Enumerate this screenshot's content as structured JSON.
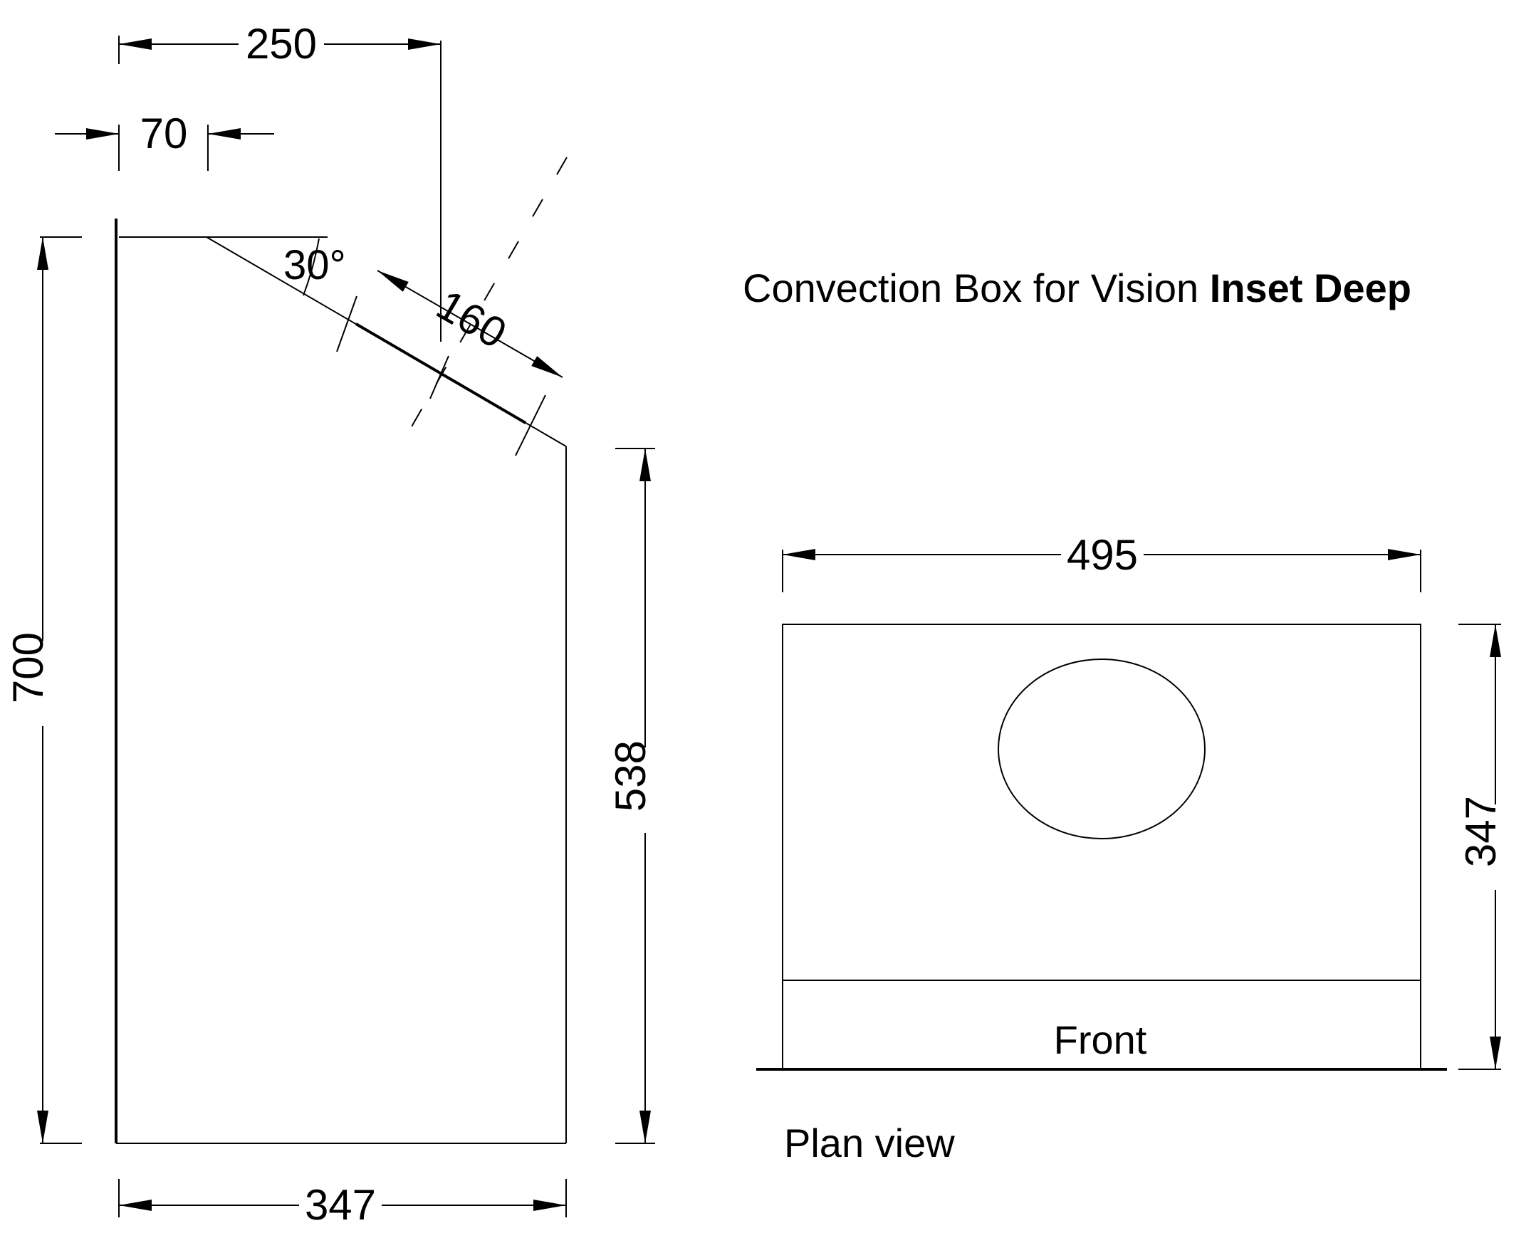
{
  "title": {
    "prefix": "Convection Box for Vision ",
    "emphasis": "Inset Deep"
  },
  "side_view": {
    "dimensions": {
      "top_width": "250",
      "top_offset": "70",
      "angle": "30°",
      "slope_length": "160",
      "total_height": "700",
      "front_height": "538",
      "depth": "347"
    }
  },
  "plan_view": {
    "caption": "Plan view",
    "front_label": "Front",
    "dimensions": {
      "width": "495",
      "depth": "347"
    }
  }
}
